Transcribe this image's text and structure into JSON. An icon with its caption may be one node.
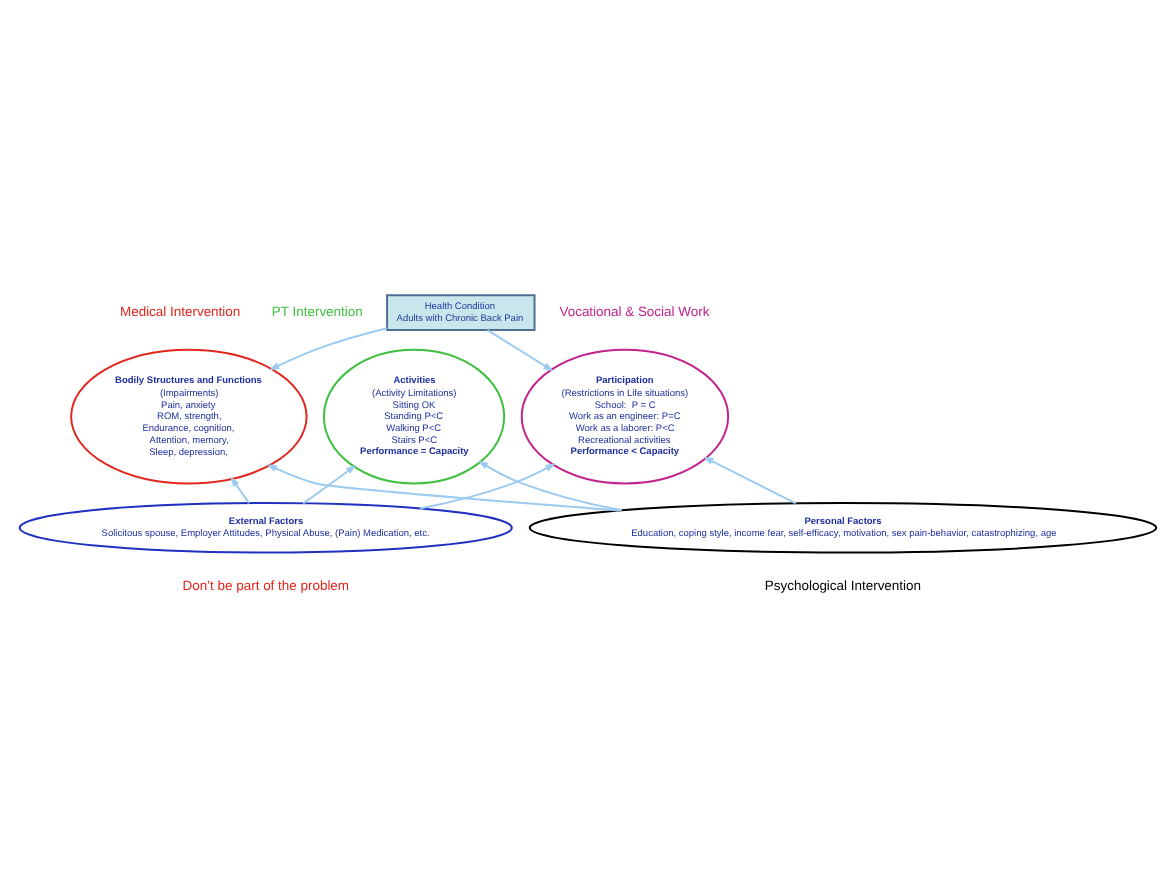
{
  "diagram": {
    "nodes": [
      {
        "text": [
          "Health Condition",
          "Adults with Chronic Back Pain"
        ]
      },
      {
        "text": [
          "Bodily Structures and Functions",
          "(Impairments)",
          "Pain, anxiety",
          "ROM, strength,",
          "Endurance, cognition,",
          "Attention, memory,",
          "Sleep, depression,"
        ],
        "beside": [
          "Medical Intervention"
        ]
      },
      {
        "text": [
          "Activities",
          "(Activity Limitations)",
          "Sitting OK",
          "Standing P<C",
          "Walking P<C",
          "Stairs P<C",
          "Performance = Capacity"
        ],
        "beside": [
          "PT Intervention"
        ]
      },
      {
        "text": [
          "Participation",
          "(Restrictions in Life situations)",
          "School:  P = C",
          "Work as an engineer: P=C",
          "Work as a laborer: P<C",
          "Recreational activities",
          "Performance < Capacity"
        ],
        "beside": [
          "Vocational & Social Work"
        ]
      },
      {
        "text": [
          "External Factors",
          "Solicitous spouse, Employer Attitudes, Physical Abuse, (Pain) Medication, etc."
        ]
      },
      {
        "text": [
          "Personal Factors",
          "Education, coping style, income fear, self-efficacy, motivation, sex pain-behavior, catastrophizing, age"
        ],
        "beside": [
          "Psychological Intervention"
        ]
      }
    ],
    "edges": [
      {
        "from": 0,
        "to": 1,
        "arrow": "to"
      },
      {
        "from": 0,
        "to": 3,
        "arrow": "to"
      },
      {
        "from": 4,
        "to": 1,
        "arrow": "to"
      },
      {
        "from": 4,
        "to": 2,
        "arrow": "to"
      },
      {
        "from": 4,
        "to": 3,
        "arrow": "to"
      },
      {
        "from": 5,
        "to": 1,
        "arrow": "to"
      },
      {
        "from": 5,
        "to": 2,
        "arrow": "to"
      },
      {
        "from": 5,
        "to": 3,
        "arrow": "to"
      }
    ],
    "labels": [
      "Don’t be part of the problem"
    ]
  }
}
